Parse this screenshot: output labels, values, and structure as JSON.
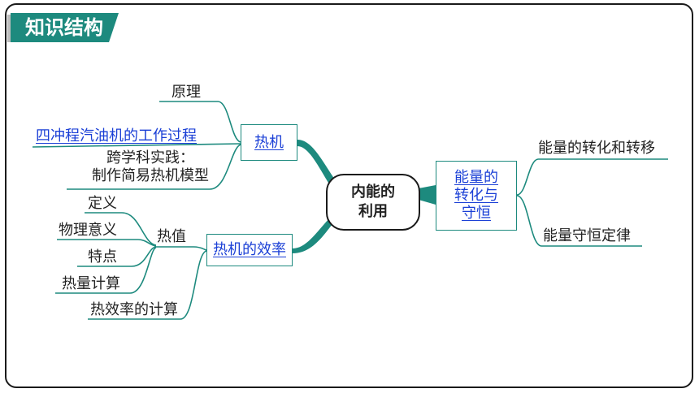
{
  "header": {
    "title": "知识结构"
  },
  "center": {
    "label": "内能的\n利用"
  },
  "nodes": {
    "heat_engine": "热机",
    "efficiency": "热机的效率",
    "conversion": "能量的\n转化与\n守恒"
  },
  "leaves": {
    "principle": "原理",
    "four_stroke": "四冲程汽油机的工作过程",
    "practice": "跨学科实践：\n制作简易热机模型",
    "heat_value": "热值",
    "definition": "定义",
    "physical_meaning": "物理意义",
    "features": "特点",
    "heat_calc": "热量计算",
    "efficiency_calc": "热效率的计算",
    "energy_transfer": "能量的转化和转移",
    "conservation_law": "能量守恒定律"
  },
  "colors": {
    "accent": "#1d8a7e",
    "link": "#1a3fd6",
    "outline": "#1a1a1a",
    "line": "#1d8a7e"
  }
}
